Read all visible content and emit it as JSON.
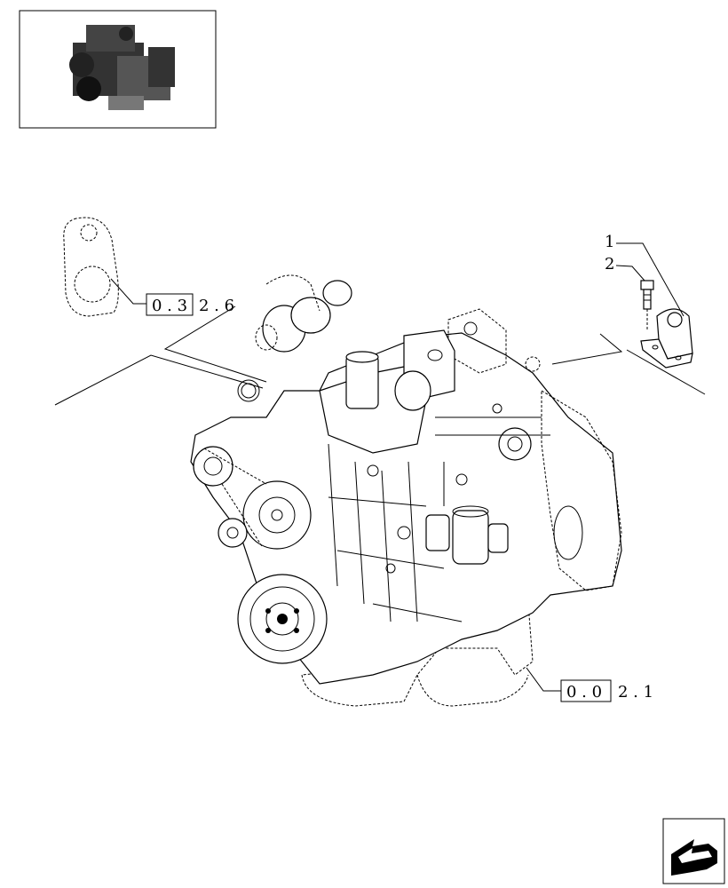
{
  "references": [
    {
      "boxed": "0 . 3",
      "suffix": "2 . 6"
    },
    {
      "boxed": "0 . 0",
      "suffix": "2 . 1"
    }
  ],
  "callouts": [
    "1",
    "2"
  ],
  "icons": {
    "thumbnail": "engine-thumbnail-icon",
    "navigation": "next-page-arrow-icon"
  }
}
